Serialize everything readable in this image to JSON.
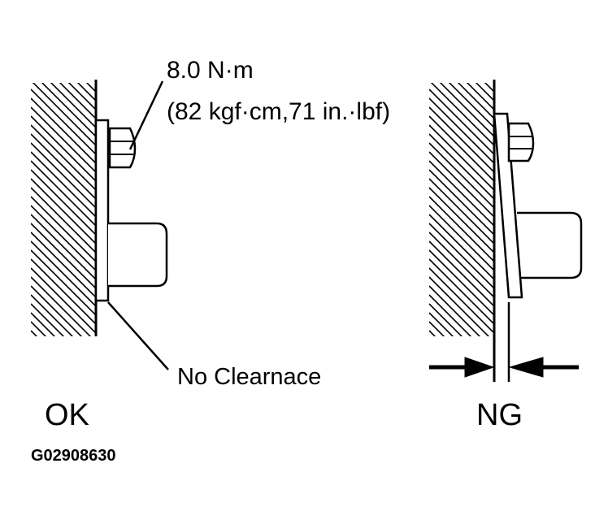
{
  "torque": {
    "line1": "8.0 N·m",
    "line2": "(82 kgf·cm,71 in.·lbf)"
  },
  "labels": {
    "clearance": "No Clearnace",
    "ok": "OK",
    "ng": "NG"
  },
  "figure_id": "G02908630",
  "colors": {
    "ink": "#000000",
    "background": "#ffffff"
  }
}
